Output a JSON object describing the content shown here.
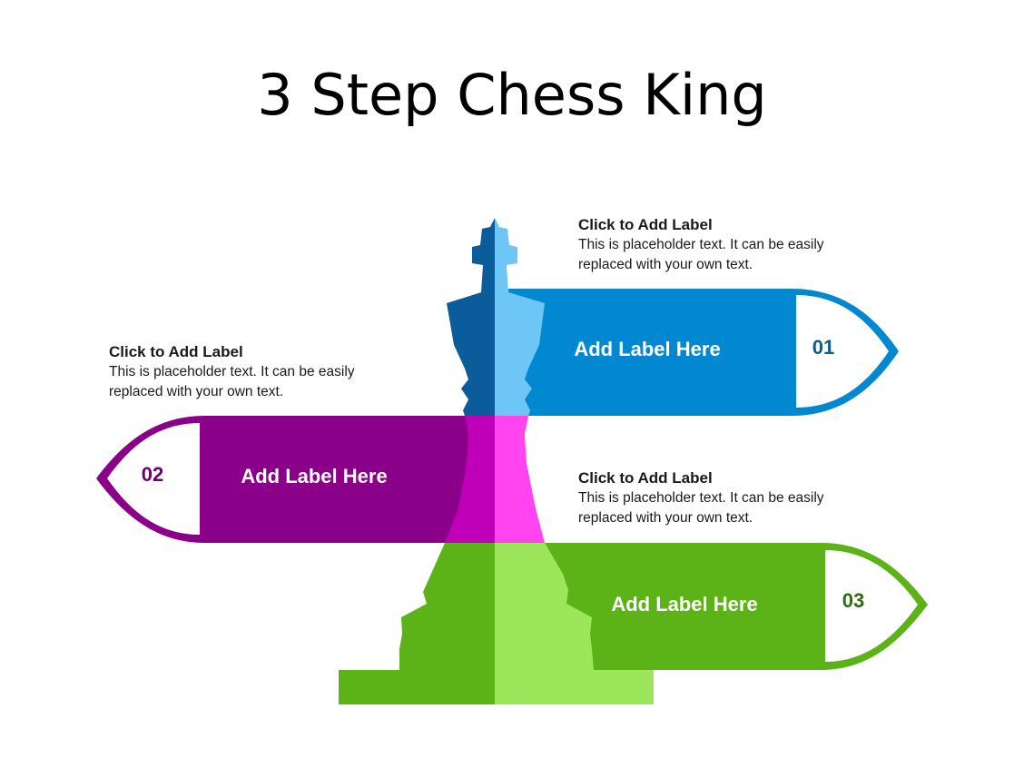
{
  "title": "3 Step Chess King",
  "steps": [
    {
      "number": "01",
      "banner_label": "Add Label Here",
      "heading": "Click to Add Label",
      "body": "This is placeholder text.  It can be easily replaced with your own text.",
      "color": "#0288d1",
      "light_color": "#6ec6f7",
      "dark_color": "#0a5c9a",
      "number_color": "#0d5c8f"
    },
    {
      "number": "02",
      "banner_label": "Add Label Here",
      "heading": "Click to Add Label",
      "body": "This is placeholder text.  It can be easily replaced with your own text.",
      "color": "#8a0088",
      "light_color": "#ff44f0",
      "dark_color": "#c000b8",
      "number_color": "#6b0070"
    },
    {
      "number": "03",
      "banner_label": "Add Label Here",
      "heading": "Click to Add Label",
      "body": "This is placeholder text.  It can be easily replaced with your own text.",
      "color": "#5cb318",
      "light_color": "#9be65a",
      "dark_color": "#3d8a12",
      "number_color": "#2f6b10"
    }
  ]
}
